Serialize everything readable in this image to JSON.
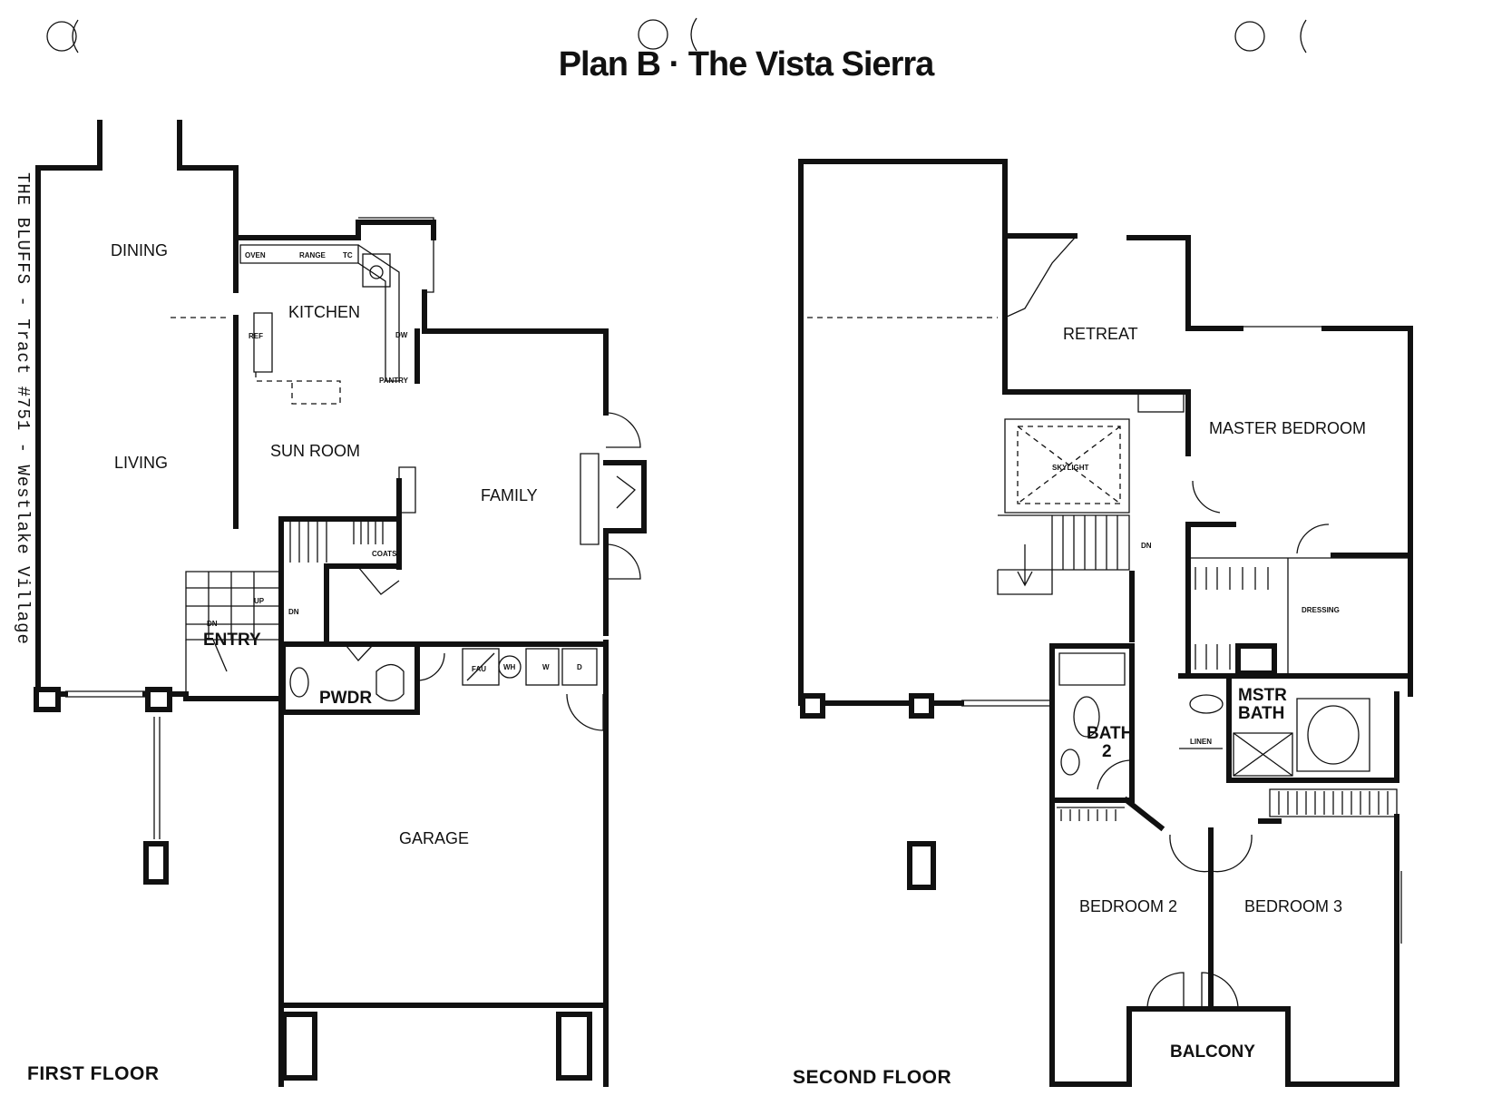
{
  "title": "Plan B · The Vista Sierra",
  "side_text": "THE BLUFFS - Tract #751 - Westlake Village",
  "first_floor": {
    "label": "FIRST FLOOR",
    "rooms": {
      "dining": "DINING",
      "kitchen": "KITCHEN",
      "living": "LIVING",
      "sun_room": "SUN ROOM",
      "family": "FAMILY",
      "entry": "ENTRY",
      "pwdr": "PWDR",
      "garage": "GARAGE"
    },
    "fixtures": {
      "oven": "OVEN",
      "range": "RANGE",
      "tc": "TC",
      "ref": "REF",
      "dw": "DW",
      "pantry": "PANTRY",
      "coats": "COATS",
      "up": "UP",
      "dn_1": "DN",
      "dn_2": "DN",
      "fau": "FAU",
      "wh": "WH",
      "w": "W",
      "d": "D"
    }
  },
  "second_floor": {
    "label": "SECOND FLOOR",
    "rooms": {
      "retreat": "RETREAT",
      "master_bedroom": "MASTER BEDROOM",
      "skylight": "SKYLIGHT",
      "dressing": "DRESSING",
      "mstr_bath_1": "MSTR",
      "mstr_bath_2": "BATH",
      "bath2_1": "BATH",
      "bath2_2": "2",
      "linen": "LINEN",
      "bedroom2": "BEDROOM 2",
      "bedroom3": "BEDROOM 3",
      "balcony": "BALCONY",
      "dn": "DN"
    }
  },
  "colors": {
    "ink": "#111111",
    "paper": "#ffffff"
  }
}
